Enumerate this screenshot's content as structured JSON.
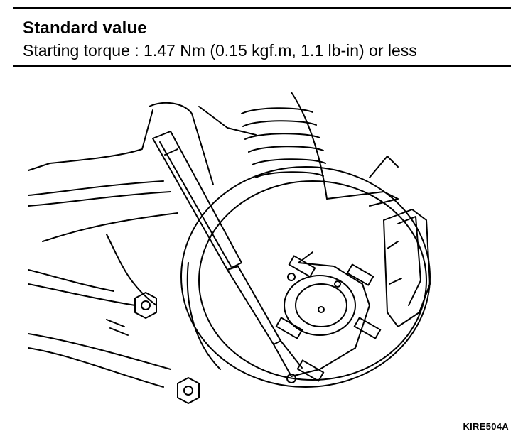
{
  "spec": {
    "title": "Standard value",
    "value": "Starting torque : 1.47 Nm (0.15 kgf.m, 1.1 lb-in) or less"
  },
  "figure": {
    "code": "KIRE504A"
  }
}
